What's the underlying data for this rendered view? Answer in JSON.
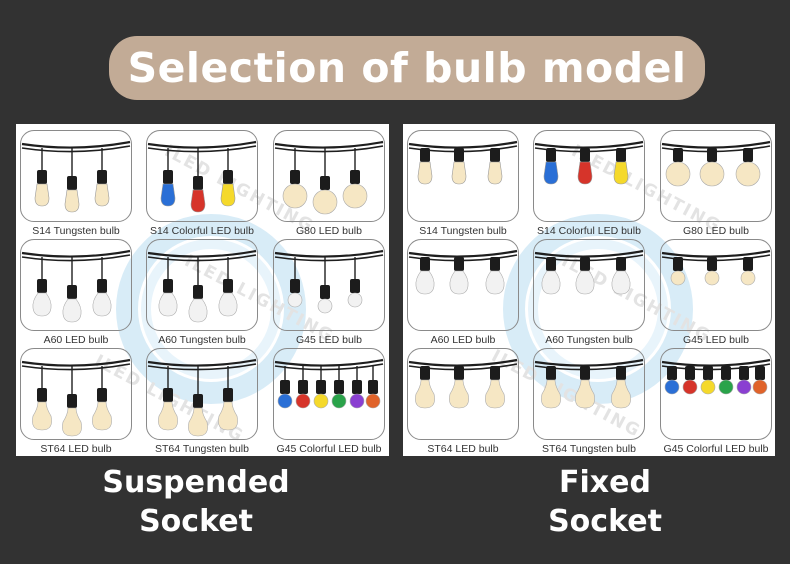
{
  "title": "Selection of bulb model",
  "left_panel": {
    "label_line1": "Suspended",
    "label_line2": "Socket",
    "watermark": "ILED LIGHTING",
    "bulbs": [
      {
        "caption": "S14 Tungsten bulb",
        "shape": "s14",
        "tone": "warm"
      },
      {
        "caption": "S14 Colorful LED bulb",
        "shape": "s14",
        "tone": "color"
      },
      {
        "caption": "G80 LED bulb",
        "shape": "globe",
        "tone": "warm"
      },
      {
        "caption": "A60 LED bulb",
        "shape": "a60",
        "tone": "clear"
      },
      {
        "caption": "A60 Tungsten bulb",
        "shape": "a60",
        "tone": "clear"
      },
      {
        "caption": "G45 LED bulb",
        "shape": "g45",
        "tone": "clear"
      },
      {
        "caption": "ST64 LED bulb",
        "shape": "st64",
        "tone": "warm"
      },
      {
        "caption": "ST64 Tungsten bulb",
        "shape": "st64",
        "tone": "warm"
      },
      {
        "caption": "G45 Colorful LED bulb",
        "shape": "g45",
        "tone": "color"
      }
    ]
  },
  "right_panel": {
    "label_line1": "Fixed",
    "label_line2": "Socket",
    "watermark": "ILED LIGHTING",
    "bulbs": [
      {
        "caption": "S14 Tungsten bulb",
        "shape": "s14",
        "tone": "warm"
      },
      {
        "caption": "S14 Colorful LED bulb",
        "shape": "s14",
        "tone": "color"
      },
      {
        "caption": "G80 LED bulb",
        "shape": "globe",
        "tone": "warm"
      },
      {
        "caption": "A60 LED bulb",
        "shape": "a60",
        "tone": "clear"
      },
      {
        "caption": "A60 Tungsten bulb",
        "shape": "a60",
        "tone": "clear"
      },
      {
        "caption": "G45 LED bulb",
        "shape": "g45",
        "tone": "warm"
      },
      {
        "caption": "ST64 LED bulb",
        "shape": "st64",
        "tone": "warm"
      },
      {
        "caption": "ST64 Tungsten bulb",
        "shape": "st64",
        "tone": "warm"
      },
      {
        "caption": "G45 Colorful LED bulb",
        "shape": "g45",
        "tone": "color"
      }
    ]
  },
  "colors": {
    "background": "#323232",
    "title_pill": "#c2ab96",
    "ring": "#d8ecf7",
    "cable": "#1e1e1e",
    "warm_glass": "#f6e7c4",
    "clear_glass": "#f2f2f2",
    "colorful": [
      "#2a6fd6",
      "#d6342a",
      "#f5d92b",
      "#2aa34a",
      "#8a3fd1",
      "#e0632a"
    ]
  }
}
